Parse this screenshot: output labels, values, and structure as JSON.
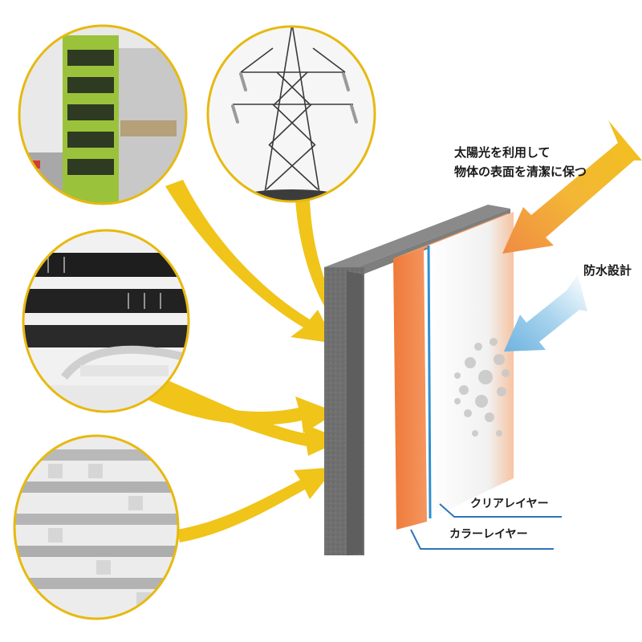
{
  "sunlight": {
    "line1": "太陽光を利用して",
    "line2": "物体の表面を清潔に保つ"
  },
  "waterproof": {
    "label": "防水設計"
  },
  "layers": {
    "clear": "クリアレイヤー",
    "color": "カラーレイヤー"
  },
  "photos": [
    {
      "subject": "green-office-building"
    },
    {
      "subject": "power-transmission-tower"
    },
    {
      "subject": "apartment-building-balconies"
    },
    {
      "subject": "residential-building-facade"
    }
  ],
  "colors": {
    "arrow_yellow": "#f0c419",
    "circle_border": "#e7b910",
    "substrate": "#6f6f6f",
    "color_layer": "#f07d3c",
    "clear_layer": "#2f8fd0",
    "water_arrow": "#8fc6e6",
    "underline": "#2f74b8"
  }
}
